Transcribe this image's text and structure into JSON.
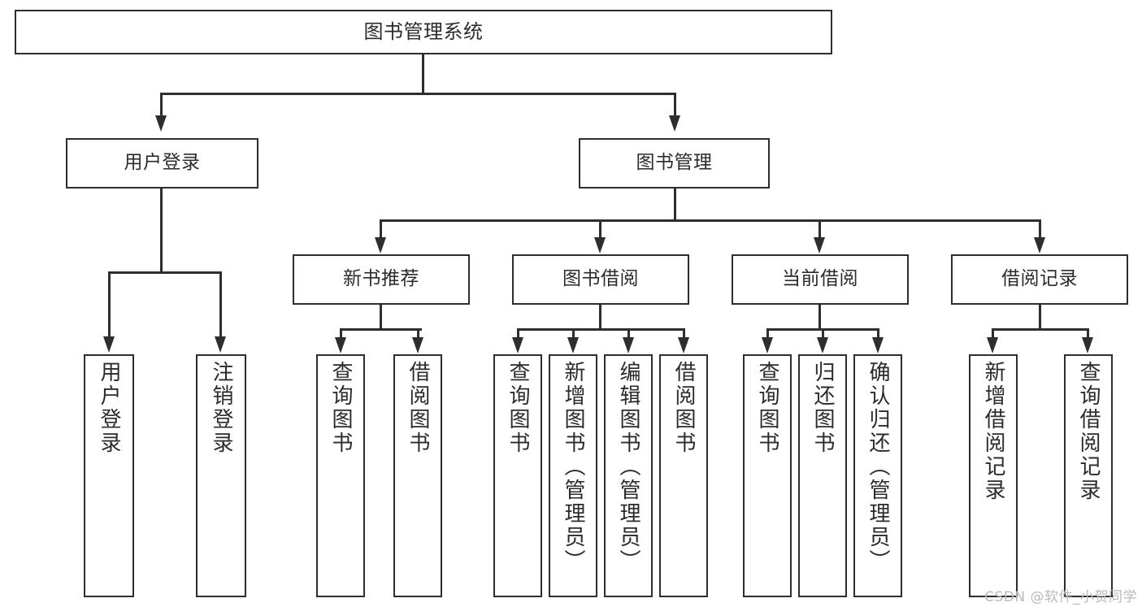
{
  "diagram": {
    "title": "图书管理系统",
    "watermark": "CSDN @软件_小贺同学",
    "type": "tree-hierarchy",
    "root": {
      "label": "图书管理系统"
    },
    "level2": [
      {
        "label": "用户登录"
      },
      {
        "label": "图书管理"
      }
    ],
    "level3": [
      {
        "label": "新书推荐"
      },
      {
        "label": "图书借阅"
      },
      {
        "label": "当前借阅"
      },
      {
        "label": "借阅记录"
      }
    ],
    "leaves": {
      "user_login": [
        {
          "label": "用户登录"
        },
        {
          "label": "注销登录"
        }
      ],
      "new_book": [
        {
          "label": "查询图书"
        },
        {
          "label": "借阅图书"
        }
      ],
      "book_borrow": [
        {
          "label": "查询图书"
        },
        {
          "label": "新增图书（管理员）"
        },
        {
          "label": "编辑图书（管理员）"
        },
        {
          "label": "借阅图书"
        }
      ],
      "current_borrow": [
        {
          "label": "查询图书"
        },
        {
          "label": "归还图书"
        },
        {
          "label": "确认归还（管理员）"
        }
      ],
      "borrow_record": [
        {
          "label": "新增借阅记录"
        },
        {
          "label": "查询借阅记录"
        }
      ]
    },
    "colors": {
      "stroke": "#2e2e2e",
      "fill": "#ffffff",
      "text": "#2b2b2b",
      "watermark": "#b9b9b9"
    }
  }
}
